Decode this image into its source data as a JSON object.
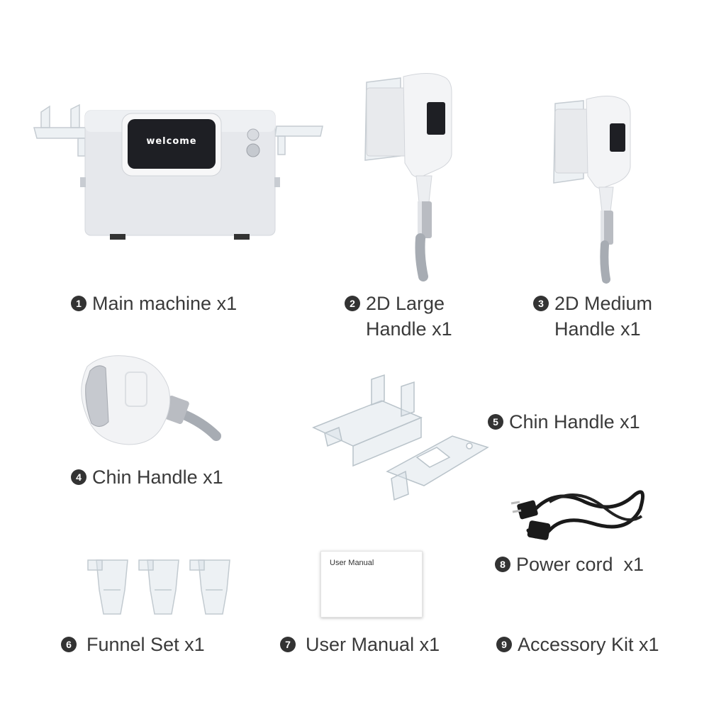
{
  "items": [
    {
      "number": "1",
      "lines": [
        "Main machine x1"
      ]
    },
    {
      "number": "2",
      "lines": [
        "2D Large",
        "Handle x1"
      ]
    },
    {
      "number": "3",
      "lines": [
        "2D Medium",
        "Handle x1"
      ]
    },
    {
      "number": "4",
      "lines": [
        "Chin Handle x1"
      ]
    },
    {
      "number": "5",
      "lines": [
        "Chin Handle x1"
      ]
    },
    {
      "number": "6",
      "lines": [
        "Funnel Set x1"
      ]
    },
    {
      "number": "7",
      "lines": [
        "User Manual x1"
      ]
    },
    {
      "number": "8",
      "lines": [
        "Power cord  x1"
      ]
    },
    {
      "number": "9",
      "lines": [
        "Accessory Kit x1"
      ]
    }
  ],
  "machine": {
    "screen_text": "welcome"
  },
  "manual": {
    "cover_title": "User Manual"
  },
  "colors": {
    "badge": "#333333",
    "label_text": "#3a3a3a",
    "device_body": "#e6e8ec",
    "screen": "#1e1f24",
    "chrome": "#b9bcc2",
    "acrylic": "#c9d2d8",
    "cord": "#1a1a1a"
  },
  "icons": [
    "main-machine-image",
    "large-handle-image",
    "medium-handle-image",
    "chin-handle-image",
    "acrylic-chin-handle-image",
    "power-cord-image",
    "funnel-set-image",
    "user-manual-image"
  ]
}
